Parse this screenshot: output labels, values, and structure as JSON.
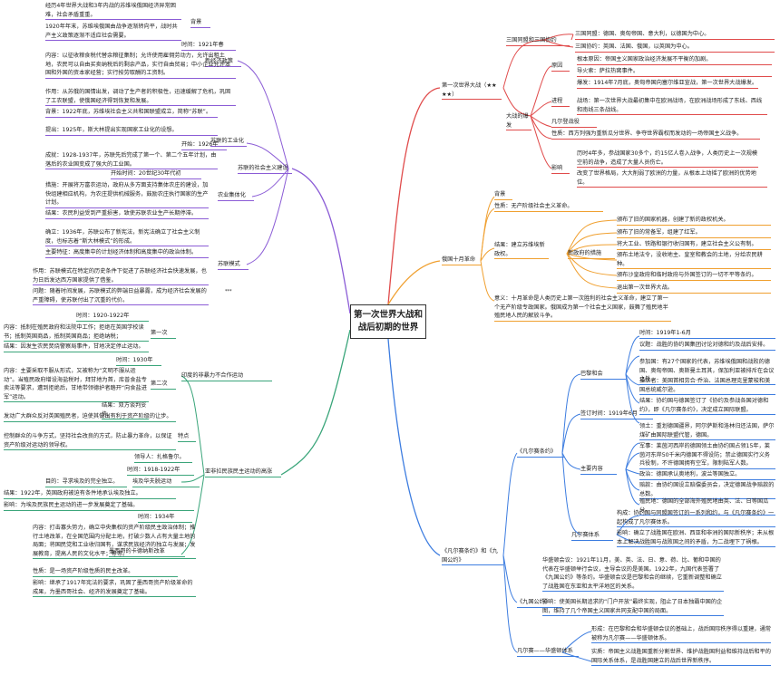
{
  "colors": {
    "red": "#e04b4b",
    "orange": "#f0a030",
    "blue": "#3d7de0",
    "purple": "#8b5cd6",
    "green": "#3aa57a"
  },
  "center": "第一次世界大战和战后初期的世界",
  "right": {
    "ww1": {
      "title": "第一次世界大战（★★★★）",
      "camps": {
        "label": "三国同盟和三国协约",
        "alliance": "三国同盟：德国、奥匈帝国、意大利，以德国为中心。",
        "entente": "三国协约：英国、法国、俄国，以英国为中心。"
      },
      "outbreak": {
        "label": "大战的爆发",
        "cause": {
          "label": "原因",
          "root": "根本原因：帝国主义国家政治经济发展不平衡的加剧。",
          "fuse": "导火索：萨拉热窝事件。"
        },
        "process": {
          "label": "进程",
          "start": "爆发：1914年7月底，奥匈帝国向塞尔维亚宣战，第一次世界大战爆发。",
          "battle": "战场：第一次世界大战最初集中在欧洲战场，在欧洲战场形成了东线、西线和南线三条战线。",
          "verdun": "凡尔登战役"
        },
        "nature": "性质：西方列强为重新瓜分世界、争夺世界霸权而发动的一场帝国主义战争。",
        "impact": {
          "label": "影响",
          "a": "历时4年多，参战国家30多个，约15亿人卷入战争，人类历史上一次规模空前的战争，造成了大量人员伤亡。",
          "b": "改变了世界格局，大大削弱了欧洲的力量，从根本上动摇了欧洲的优势地位。"
        }
      }
    },
    "october": {
      "title": "俄国十月革命",
      "background": "背景",
      "nature": "性质：无产阶级社会主义革命。",
      "result": "结果：建立苏维埃新政权。",
      "measures": {
        "label": "新政府的措施",
        "items": [
          "颁布了旧的国家机器，创建了新的政权机关。",
          "颁布了旧的常备军，组建了红军。",
          "将大工业、铁路和银行收归国有，建立社会主义公有制。",
          "颁布土地法令，没收地主、皇室和教会的土地，分给农民耕种。",
          "颁布沙皇政府和临时政府与外国签订的一切不平等条约。",
          "退出第一次世界大战。"
        ]
      },
      "significance": "意义：十月革命是人类历史上第一次胜利的社会主义革命，建立了第一个无产阶级专政国家。俄国成为第一个社会主义国家，鼓舞了殖民地半殖民地人民的解放斗争。"
    },
    "versailles": {
      "title": "《凡尔赛条约》和《九国公约》",
      "treaty": {
        "title": "《凡尔赛条约》",
        "paris": {
          "label": "巴黎和会",
          "time": "时间：1919年1-6月",
          "topic": "议题：战胜的协约国集团讨论对德和约及战后安排。",
          "members": "参加国：有27个国家的代表，苏维埃俄国和战败的德国、奥匈帝国、奥斯曼土耳其，保加利亚被排斥在会议之外。",
          "controller": "操纵者：美国首相劳合·乔治、法国总理克里蒙梭和美国总统威尔逊。",
          "outcome": "结果：协约国与德国签订了《协约及参战各国对德和约》，即《凡尔赛条约》，决定成立国际联盟。"
        },
        "signed": "签订时间：1919年6月",
        "content": {
          "label": "主要内容",
          "territory": "领土：重划德国疆界，阿尔萨斯和洛林归还法国，萨尔煤矿由国际联盟代管，德国。",
          "military": "军事：莱茵河西岸的德国领土由协约国占领15年，莱茵河东岸50千米内德国不得设防；禁止德国实行义务兵役制，不许德国拥有空军，限制陆军人数。",
          "politics": "政治：德国承认奥地利，波兰等国独立。",
          "reparations": "赔款：由协约国设立赔偿委员会，决定德国战争赔款的总数。",
          "colonies": "殖民地：德国的全部海外殖民地由英、法、日等国瓜分。"
        },
        "system": {
          "label": "凡尔赛体系",
          "form": "构成：协约国与同盟国签订的一系列和约，与《凡尔赛条约》一起构成了凡尔赛体系。",
          "impact": "影响：确立了战胜国在欧洲、西亚和非洲的国际新秩序；未从根本上解决战胜国与战败国之间的矛盾，为二战埋下了祸根。"
        }
      },
      "nine": {
        "title": "《九国公约》",
        "main": "华盛顿会议：1921年11月，美、英、法、日、意、荷、比、葡和中国的代表在华盛顿举行会议，主导会议的是美国。1922年，九国代表签署了《九国公约》等条约。华盛顿会议是巴黎和会的继续，它重新调整和确立了战胜国在东亚和太平洋地区的关系。",
        "impact": "影响：使美国长期追求的“门户开放”最终实现，阻止了日本独霸中国的企图，维持了几个帝国主义国家共同支配中国的局面。"
      },
      "vw": {
        "label": "凡尔赛——华盛顿体系",
        "form": "形成：在巴黎和会和华盛顿会议的基础上，战后国际秩序得以重建，通常被称为凡尔赛——华盛顿体系。",
        "nature": "实质：帝国主义战胜国重新分割世界、维护战胜国利益和维持战后和平的国际关系体系，是战胜国建立的战后世界新秩序。"
      }
    }
  },
  "left": {
    "soviet": {
      "title": "苏联的社会主义建设",
      "nep": {
        "label": "新经济政策",
        "background": {
          "label": "背景",
          "a": "经历4年世界大战和3年内战的苏维埃俄国经济异常困难，社会矛盾重重。",
          "b": "1920年年末，苏维埃俄国由战争逐渐转向平，战时共产主义政策逐渐不适应社会需要。"
        },
        "time": "时间：1921年春",
        "content": "内容：以征收粮食税代替余粮征集制；允许使用雇佣劳动力，允许出租土地，农民可以自由买卖纳税后的剩余产品，实行自由贸易；中小企业允许本国和外国的资本家经营；实行按劳取酬的工资制。",
        "effect": "作用：从苏俄的国情出发，调动了生产者的积极性，迅速缓解了危机，巩固了工农联盟，使俄国经济得到恢复和发展。"
      },
      "industry": {
        "label": "苏联的工业化",
        "background": "背景：1922年底，苏维埃社会主义共和国联盟成立，简称“苏联”。",
        "proposal": "提出：1925年，斯大林提出实现国家工业化的设想。",
        "start": "开始：1926年",
        "result": "成就：1928-1937年，苏联先后完成了第一个、第二个五年计划，由落后的农业国变成了强大的工业国。"
      },
      "collective": {
        "label": "农业集体化",
        "start": "开始时间：20世纪30年代初",
        "measures": "措施：开展将万富农运动，政府从多方面支持集体农庄的建设，加快组建相应机构，为农庄提供机械服务，鼓励农庄执行国家的生产计划。",
        "result": "结果：农民利益受到严重损害，致使苏联农业生产长期停滞。"
      },
      "model": {
        "label": "苏联模式",
        "formation": "确立：1936年，苏联公布了新宪法，新宪法确立了社会主义制度，也标志着“斯大林模式”的形成。",
        "features": "主要特征：高度集中的计划经济体制和高度集中的政治体制。",
        "role": "作用：苏联模式在特定的历史条件下促进了苏联经济社会快速发展，也为日后发达西方国家提供了借鉴。",
        "problem": "问题：随着时间发展，苏联模式的弊端日益暴露，成为经济社会发展的严重障碍，使苏联付出了沉重的代价。",
        "more": "***"
      }
    },
    "asia": {
      "title": "亚非拉民族民主运动的高涨",
      "india": {
        "label": "印度的非暴力不合作运动",
        "first": {
          "label": "第一次",
          "time": "时间：1920-1922年",
          "content": "内容：抵制在殖民政府和法院中工作；拒绝在英国学校读书；抵制英国商品，抵制英国商品；拒绝纳税；",
          "result": "结果：因发生农民焚烧警察局事件，甘地决定停止运动。"
        },
        "second": {
          "label": "第二次",
          "time": "时间：1930年",
          "content": "内容：主要采取不服从形式，又被称为“文明不服从运动”。当殖民政府增设海盐税时，拜甘地为首，库普食盐专卖法等要求，遭到拒绝后，甘地带领德护者踏开“向食盐进军”运动。",
          "result": "结果：双方谈判妥协。"
        },
        "features": {
          "label": "特点",
          "a": "发动广大群众反对英国殖民者，迫使其做出有利于资产阶级的让步。",
          "b": "控制群众的斗争方式，坚持社会改良的方式，防止暴力革命，以保证资产阶级对运动的领导权。"
        }
      },
      "egypt": {
        "label": "埃及华夫脱运动",
        "leader": "领导人：扎格鲁尔。",
        "time": "时间：1918-1922年",
        "goal": "目的：寻求埃及的完全独立。",
        "result": "结果：1922年，英国政府被迫有条件地承认埃及独立。",
        "impact": "影响：为埃及民族民主运动的进一步发展奠定了基础。"
      },
      "mexico": {
        "label": "墨西哥的卡德纳斯改革",
        "time": "时间：1934年",
        "content": "内容：打击寡头势力，确立中央集权的资产阶级民主政治体制；推行土地改革，在全国范围内分配土地，打破少数人占有大量土地的局面；将国民党和工业收归国有，谋求民族经济的独立与发展；发展教育，提高人民的文化水平；等等。",
        "nature": "性质：是一场资产阶级性质的民主改革。",
        "impact": "影响：继承了1917年宪法的要求，巩固了墨西哥资产阶级革命的成果，为墨西哥社会、经济的发展奠定了基础。"
      }
    }
  }
}
